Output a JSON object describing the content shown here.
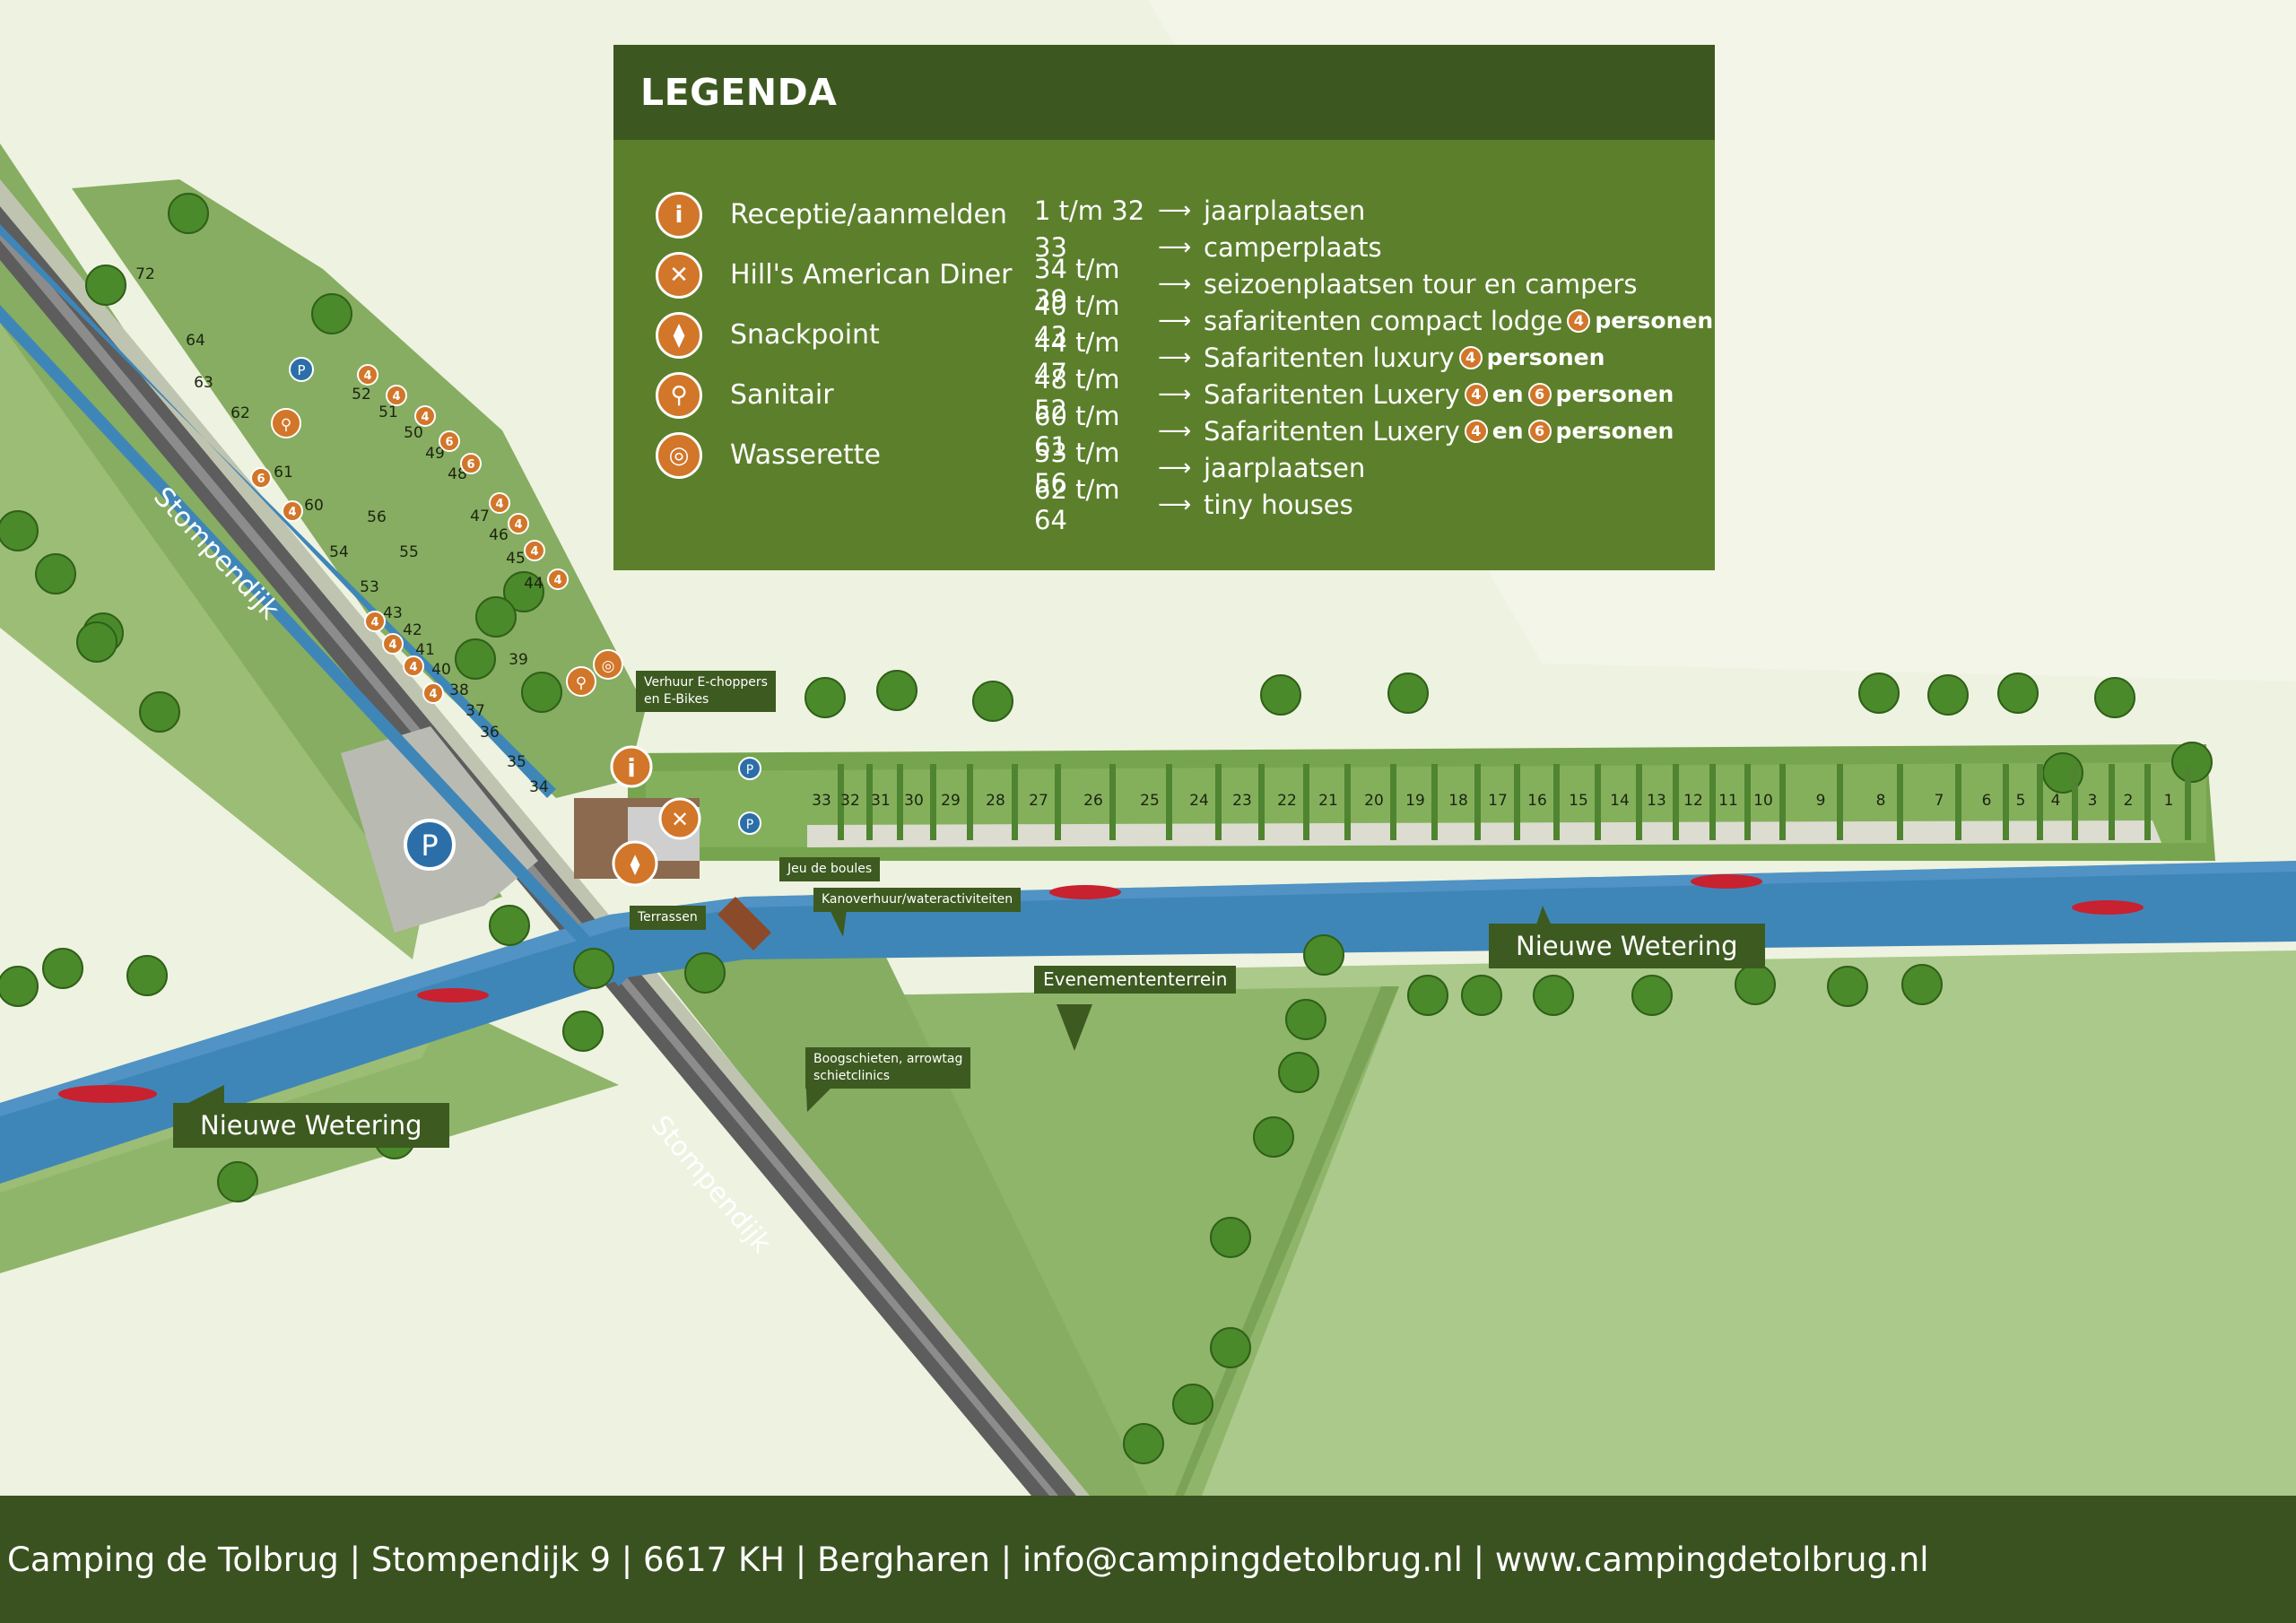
{
  "legend": {
    "title": "LEGENDA",
    "icons": [
      {
        "name": "info-icon",
        "glyph": "i",
        "label": "Receptie/aanmelden"
      },
      {
        "name": "cutlery-icon",
        "glyph": "✕",
        "label": "Hill's American Diner"
      },
      {
        "name": "fries-icon",
        "glyph": "⧫",
        "label": "Snackpoint"
      },
      {
        "name": "restroom-icon",
        "glyph": "⚲",
        "label": "Sanitair"
      },
      {
        "name": "washing-machine-icon",
        "glyph": "◎",
        "label": "Wasserette"
      }
    ],
    "arrow": "⟶",
    "list": [
      {
        "range": "1 t/m 32",
        "desc": "jaarplaatsen"
      },
      {
        "range": "33",
        "desc": "camperplaats"
      },
      {
        "range": "34 t/m 39",
        "desc": "seizoenplaatsen tour en campers"
      },
      {
        "range": "40 t/m 43",
        "desc": "safaritenten compact lodge",
        "cap1": "4",
        "suffix": "personen"
      },
      {
        "range": "44 t/m 47",
        "desc": "Safaritenten luxury",
        "cap1": "4",
        "suffix": "personen"
      },
      {
        "range": "48 t/m 52",
        "desc": "Safaritenten Luxery",
        "cap1": "4",
        "joiner": "en",
        "cap2": "6",
        "suffix": "personen"
      },
      {
        "range": "60 t/m 61",
        "desc": "Safaritenten Luxery",
        "cap1": "4",
        "joiner": "en",
        "cap2": "6",
        "suffix": "personen"
      },
      {
        "range": "53 t/m 56",
        "desc": "jaarplaatsen"
      },
      {
        "range": "62 t/m 64",
        "desc": "tiny houses"
      }
    ]
  },
  "map": {
    "road_name": "Stompendijk",
    "water_name": "Nieuwe Wetering",
    "labels": {
      "echoppers_line1": "Verhuur E-choppers",
      "echoppers_line2": "en E-Bikes",
      "jeu": "Jeu de boules",
      "kano": "Kanoverhuur/wateractiviteiten",
      "terrassen": "Terrassen",
      "evenementen": "Evenemententerrein",
      "boog_line1": "Boogschieten, arrowtag",
      "boog_line2": "schietclinics"
    },
    "parking": "P",
    "plots_row": [
      "33",
      "32",
      "31",
      "30",
      "29",
      "28",
      "27",
      "26",
      "25",
      "24",
      "23",
      "22",
      "21",
      "20",
      "19",
      "18",
      "17",
      "16",
      "15",
      "14",
      "13",
      "12",
      "11",
      "10",
      "9",
      "8",
      "7",
      "6",
      "5",
      "4",
      "3",
      "2",
      "1"
    ],
    "plots_upper": [
      "72",
      "64",
      "63",
      "62",
      "61",
      "60",
      "56",
      "55",
      "54",
      "53",
      "52",
      "51",
      "50",
      "49",
      "48",
      "47",
      "46",
      "45",
      "44",
      "43",
      "42",
      "41",
      "40",
      "39",
      "38",
      "37",
      "36",
      "35",
      "34"
    ],
    "capacity_badges": [
      "4",
      "4",
      "4",
      "6",
      "6",
      "6",
      "4",
      "4",
      "4",
      "4",
      "4",
      "4",
      "4",
      "4",
      "4"
    ]
  },
  "colors": {
    "accent": "#d2762a",
    "legend_bg": "#5c7f2c",
    "legend_header": "#3c5820",
    "water": "#3f86b8",
    "footer": "#3a5220"
  },
  "footer": {
    "text": "Camping de Tolbrug | Stompendijk 9 | 6617 KH | Bergharen | info@campingdetolbrug.nl  |  www.campingdetolbrug.nl"
  }
}
